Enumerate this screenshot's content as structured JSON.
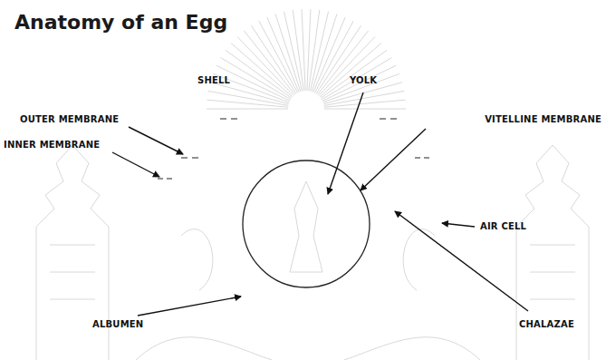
{
  "diagram": {
    "title": "Anatomy of an Egg",
    "labels": [
      "SHELL",
      "YOLK",
      "OUTER MEMBRANE",
      "VITELLINE MEMBRANE",
      "INNER MEMBRANE",
      "AIR CELL",
      "ALBUMEN",
      "CHALAZAE"
    ]
  }
}
